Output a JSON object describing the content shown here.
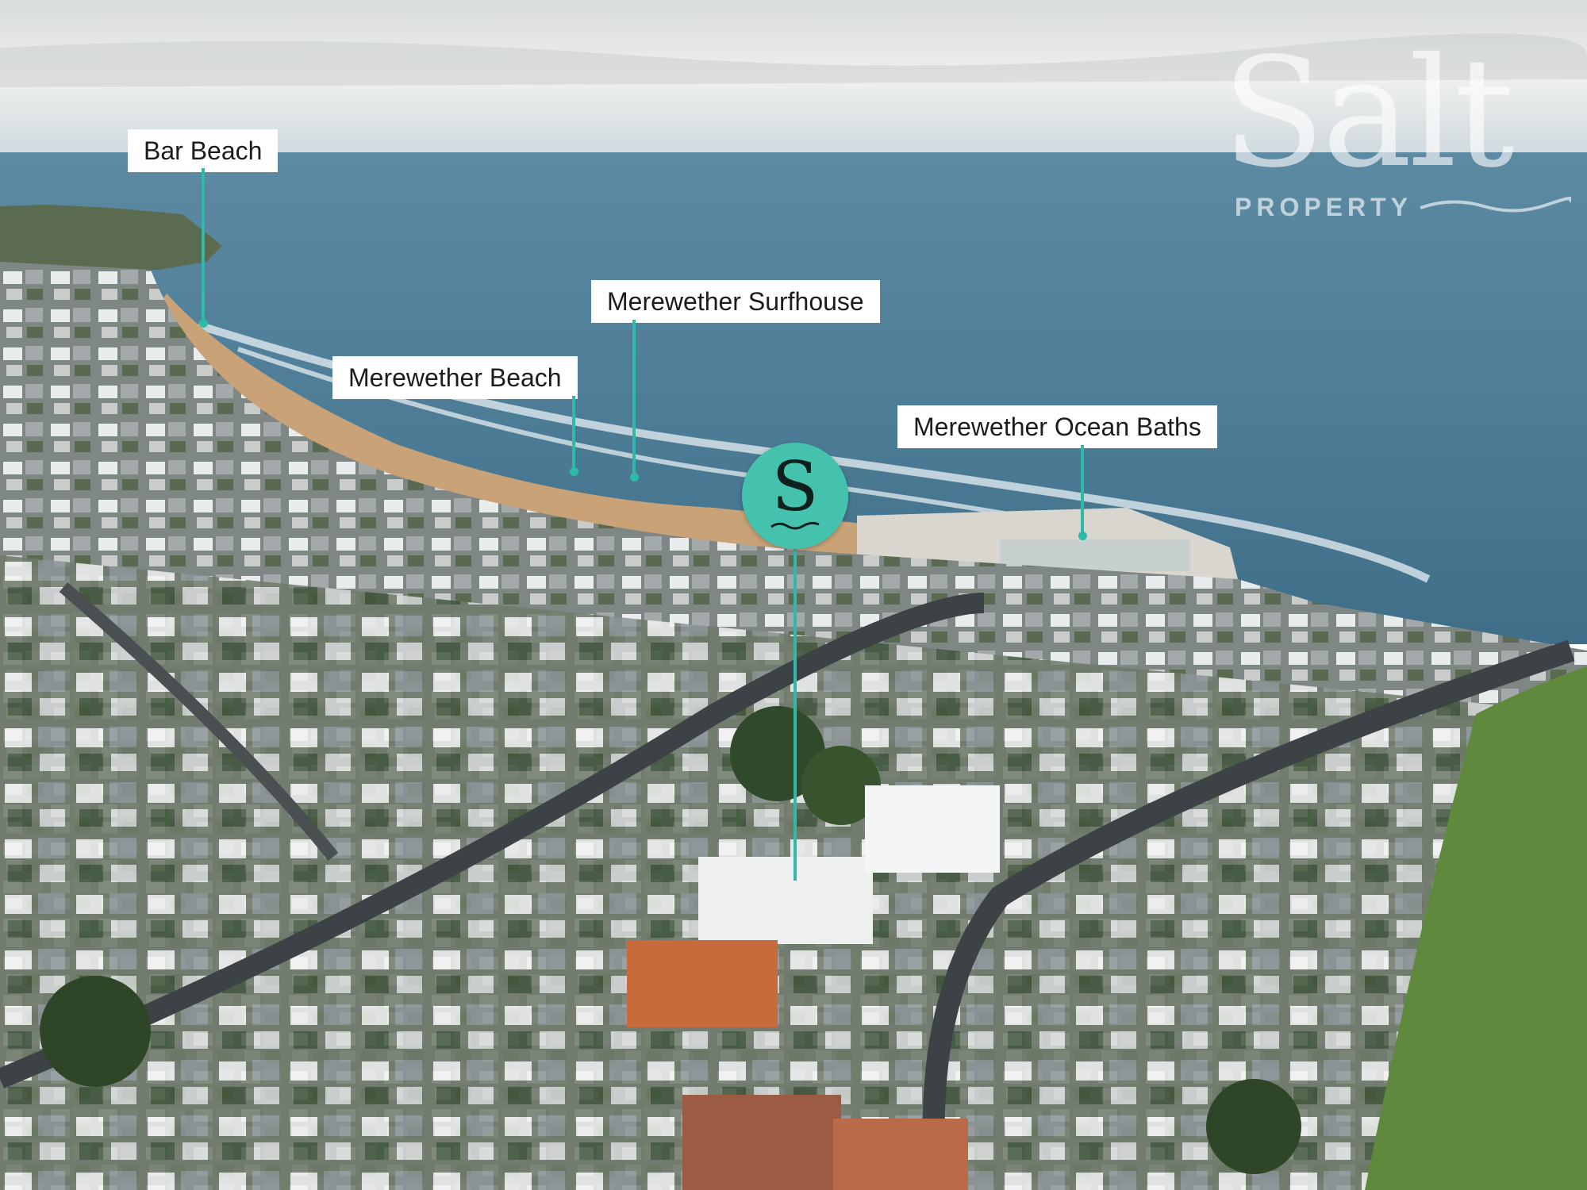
{
  "labels": {
    "bar_beach": "Bar Beach",
    "merewether_surfhouse": "Merewether Surfhouse",
    "merewether_beach": "Merewether Beach",
    "merewether_ocean_baths": "Merewether Ocean Baths"
  },
  "marker": {
    "letter": "S",
    "color": "#45c2ae"
  },
  "logo": {
    "word": "Salt",
    "subtitle": "PROPERTY"
  },
  "colors": {
    "accent": "#2fb9a7",
    "ocean": "#4f7e98",
    "sky": "#e3e8ea",
    "sand": "#c9a377"
  }
}
